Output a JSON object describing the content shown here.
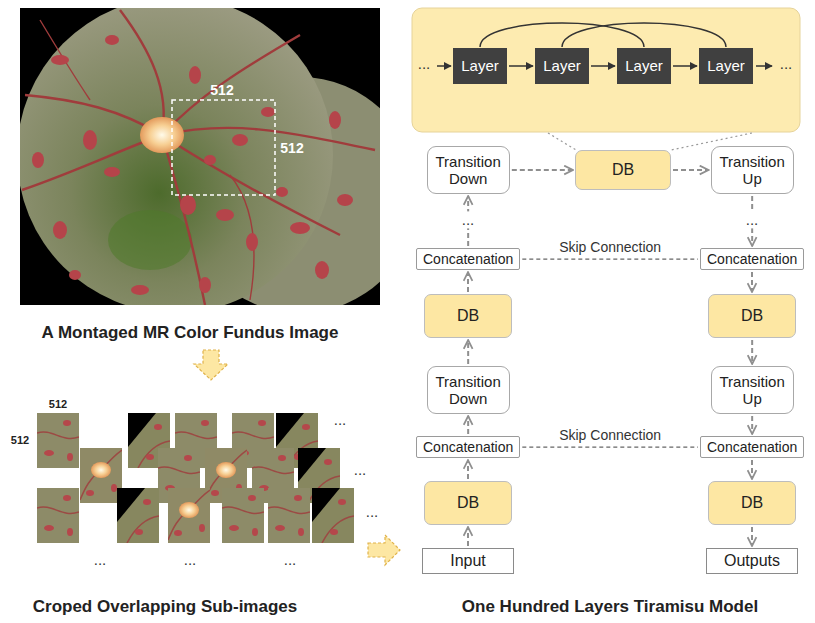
{
  "diagram": {
    "nodes": [
      {
        "text": [
          "Layer"
        ]
      },
      {
        "text": [
          "Layer"
        ]
      },
      {
        "text": [
          "Layer"
        ]
      },
      {
        "text": [
          "Layer"
        ]
      },
      {
        "text": [
          "Transition Down"
        ]
      },
      {
        "text": [
          "DB"
        ]
      },
      {
        "text": [
          "Transition Up"
        ]
      },
      {
        "text": [
          "Concatenation"
        ]
      },
      {
        "text": [
          "Concatenation"
        ]
      },
      {
        "text": [
          "DB"
        ]
      },
      {
        "text": [
          "DB"
        ]
      },
      {
        "text": [
          "Transition Down"
        ]
      },
      {
        "text": [
          "Transition Up"
        ]
      },
      {
        "text": [
          "Concatenation"
        ]
      },
      {
        "text": [
          "Concatenation"
        ]
      },
      {
        "text": [
          "DB"
        ]
      },
      {
        "text": [
          "DB"
        ]
      },
      {
        "text": [
          "Input"
        ]
      },
      {
        "text": [
          "Outputs"
        ]
      }
    ],
    "edges": [
      {
        "from": 0,
        "to": 1,
        "arrow": "to"
      },
      {
        "from": 1,
        "to": 2,
        "arrow": "to"
      },
      {
        "from": 2,
        "to": 3,
        "arrow": "to"
      },
      {
        "from": 0,
        "to": 2,
        "arrow": "none"
      },
      {
        "from": 1,
        "to": 3,
        "arrow": "none"
      },
      {
        "from": 17,
        "to": 15,
        "arrow": "to"
      },
      {
        "from": 15,
        "to": 13,
        "arrow": "to"
      },
      {
        "from": 13,
        "to": 11,
        "arrow": "to"
      },
      {
        "from": 11,
        "to": 9,
        "arrow": "to"
      },
      {
        "from": 9,
        "to": 7,
        "arrow": "to"
      },
      {
        "from": 7,
        "to": 4,
        "arrow": "to"
      },
      {
        "from": 4,
        "to": 5,
        "arrow": "to"
      },
      {
        "from": 5,
        "to": 6,
        "arrow": "to"
      },
      {
        "from": 6,
        "to": 8,
        "arrow": "to"
      },
      {
        "from": 8,
        "to": 10,
        "arrow": "to"
      },
      {
        "from": 10,
        "to": 12,
        "arrow": "to"
      },
      {
        "from": 12,
        "to": 14,
        "arrow": "to"
      },
      {
        "from": 14,
        "to": 16,
        "arrow": "to"
      },
      {
        "from": 16,
        "to": 18,
        "arrow": "to"
      },
      {
        "from": 7,
        "to": 8,
        "label": "Skip Connection",
        "arrow": "none"
      },
      {
        "from": 13,
        "to": 14,
        "label": "Skip Connection",
        "arrow": "none"
      }
    ],
    "labels": [
      "512",
      "512",
      "512",
      "512",
      "A Montaged MR Color Fundus Image",
      "Croped Overlapping Sub-images",
      "One Hundred Layers Tiramisu Model",
      "...",
      "...",
      "...",
      "...",
      "...",
      "...",
      "...",
      "...",
      "...",
      "..."
    ]
  }
}
